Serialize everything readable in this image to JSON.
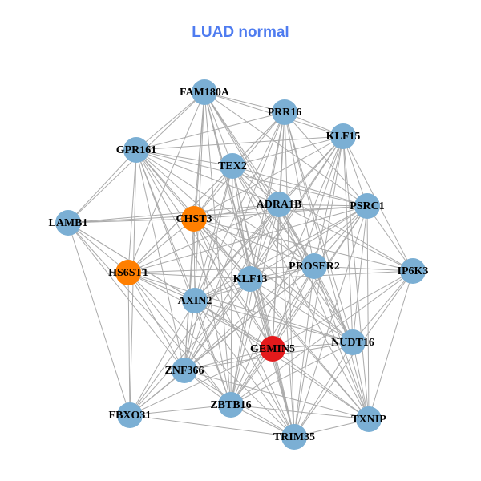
{
  "title": "LUAD normal",
  "colors": {
    "default": "#7bafd4",
    "orange": "#ff7f00",
    "red": "#e41a1c",
    "edge": "#aaaaaa",
    "title": "#4f7cf0"
  },
  "nodes": [
    {
      "label": "FAM180A",
      "color": "default"
    },
    {
      "label": "PRR16",
      "color": "default"
    },
    {
      "label": "KLF15",
      "color": "default"
    },
    {
      "label": "GPR161",
      "color": "default"
    },
    {
      "label": "TEX2",
      "color": "default"
    },
    {
      "label": "ADRA1B",
      "color": "default"
    },
    {
      "label": "PSRC1",
      "color": "default"
    },
    {
      "label": "LAMB1",
      "color": "default"
    },
    {
      "label": "CHST3",
      "color": "orange"
    },
    {
      "label": "HS6ST1",
      "color": "orange"
    },
    {
      "label": "PROSER2",
      "color": "default"
    },
    {
      "label": "IP6K3",
      "color": "default"
    },
    {
      "label": "KLF13",
      "color": "default"
    },
    {
      "label": "AXIN2",
      "color": "default"
    },
    {
      "label": "NUDT16",
      "color": "default"
    },
    {
      "label": "GEMIN5",
      "color": "red"
    },
    {
      "label": "ZNF366",
      "color": "default"
    },
    {
      "label": "FBXO31",
      "color": "default"
    },
    {
      "label": "ZBTB16",
      "color": "default"
    },
    {
      "label": "TRIM35",
      "color": "default"
    },
    {
      "label": "TXNIP",
      "color": "default"
    }
  ],
  "adjacency": {
    "0": [
      1,
      2,
      3,
      4,
      5,
      6,
      7,
      8,
      9,
      10,
      12,
      13,
      14,
      15,
      16,
      18,
      19
    ],
    "1": [
      2,
      3,
      4,
      5,
      6,
      8,
      9,
      10,
      12,
      13,
      14,
      15,
      16,
      18,
      19,
      20
    ],
    "2": [
      3,
      4,
      5,
      6,
      8,
      10,
      11,
      12,
      13,
      14,
      15,
      16,
      18,
      19,
      20
    ],
    "3": [
      4,
      5,
      6,
      7,
      8,
      9,
      10,
      12,
      13,
      14,
      15,
      16,
      17,
      18,
      19
    ],
    "4": [
      5,
      6,
      8,
      9,
      10,
      11,
      12,
      13,
      14,
      15,
      16,
      18,
      19,
      20
    ],
    "5": [
      6,
      7,
      8,
      9,
      10,
      11,
      12,
      13,
      14,
      15,
      16,
      17,
      18,
      19,
      20
    ],
    "6": [
      7,
      8,
      9,
      10,
      11,
      12,
      13,
      14,
      15,
      16,
      18,
      19,
      20
    ],
    "7": [
      8,
      9,
      13,
      15,
      16,
      17,
      18
    ],
    "8": [
      9,
      10,
      11,
      12,
      13,
      14,
      15,
      16,
      18,
      19,
      20
    ],
    "9": [
      10,
      12,
      13,
      14,
      15,
      16,
      17,
      18,
      19
    ],
    "10": [
      11,
      12,
      13,
      14,
      15,
      16,
      17,
      18,
      19,
      20
    ],
    "11": [
      12,
      14,
      15,
      18,
      19,
      20
    ],
    "12": [
      13,
      14,
      15,
      16,
      17,
      18,
      19,
      20
    ],
    "13": [
      14,
      15,
      16,
      17,
      18,
      19,
      20
    ],
    "14": [
      15,
      16,
      18,
      19,
      20
    ],
    "15": [
      16,
      17,
      18,
      19,
      20
    ],
    "16": [
      17,
      18,
      19,
      20
    ],
    "17": [
      18,
      19
    ],
    "18": [
      19,
      20
    ],
    "19": [
      20
    ]
  }
}
